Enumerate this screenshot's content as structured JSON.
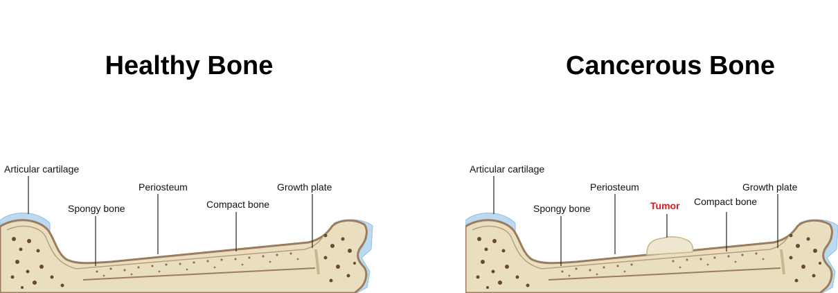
{
  "titles": {
    "healthy": "Healthy Bone",
    "cancerous": "Cancerous Bone"
  },
  "healthy_labels": {
    "articular_cartilage": "Articular cartilage",
    "spongy_bone": "Spongy bone",
    "periosteum": "Periosteum",
    "compact_bone": "Compact bone",
    "growth_plate": "Growth plate"
  },
  "cancerous_labels": {
    "articular_cartilage": "Articular cartilage",
    "spongy_bone": "Spongy bone",
    "periosteum": "Periosteum",
    "tumor": "Tumor",
    "compact_bone": "Compact bone",
    "growth_plate": "Growth plate"
  },
  "colors": {
    "cartilage": "#bcd9ef",
    "outline": "#9b7c5d",
    "bone": "#e9dfbf",
    "marrow_dot": "#6b4a2c",
    "tumor": "#efe6cf",
    "tumor_label": "#e0151b"
  }
}
